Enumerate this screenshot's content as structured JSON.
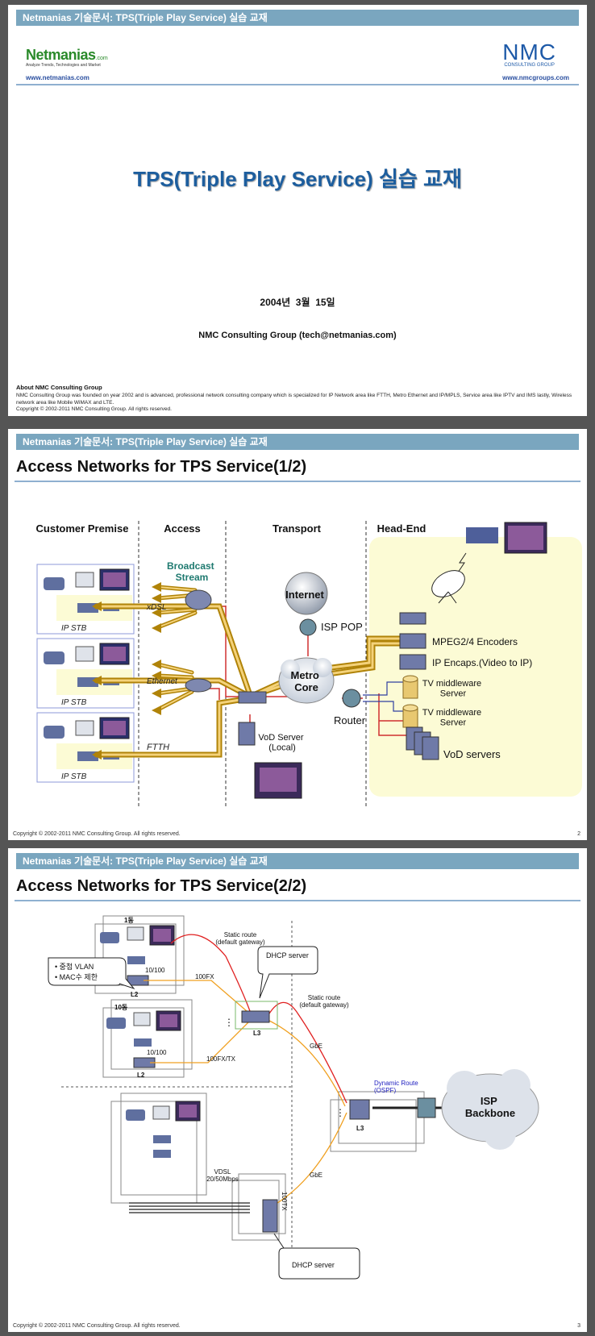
{
  "header_bar": "Netmanias 기술문서: TPS(Triple Play Service) 실습 교재",
  "cover": {
    "netmanias_logo_main": "Netmanias",
    "netmanias_logo_com": ".com",
    "netmanias_tagline": "Analyze Trends, Technologies and Market",
    "netmanias_url": "www.netmanias.com",
    "nmc_logo_main": "NMC",
    "nmc_logo_sub": "CONSULTING GROUP",
    "nmc_url": "www.nmcgroups.com",
    "title": "TPS(Triple Play Service) 실습 교재",
    "date": "2004년  3월  15일",
    "author": "NMC Consulting Group (tech@netmanias.com)",
    "about_heading": "About NMC Consulting Group",
    "about_text": "NMC Consulting Group was founded on year 2002 and is advanced, professional network consulting company which is specialized for IP Network area like FTTH, Metro Ethernet and IP/MPLS, Service area like IPTV and IMS lastly, Wireless network area like Mobile WiMAX and LTE.",
    "copyright": "Copyright © 2002-2011 NMC Consulting Group. All rights reserved."
  },
  "slide2": {
    "title": "Access Networks for TPS Service(1/2)",
    "col_customer": "Customer Premise",
    "col_access": "Access",
    "col_transport": "Transport",
    "col_headend": "Head-End",
    "broadcast_stream": "Broadcast\nStream",
    "xdsl": "xDSL",
    "ethernet": "Ethernet",
    "ftth": "FTTH",
    "ip_stb": "IP STB",
    "internet": "Internet",
    "isp_pop": "ISP POP",
    "metro_core": "Metro\nCore",
    "router": "Router",
    "vod_server_local": "VoD Server\n(Local)",
    "encoders": "MPEG2/4 Encoders",
    "ip_encaps": "IP Encaps.(Video to IP)",
    "tv_middleware": "TV middleware\nServer",
    "vod_servers": "VoD servers",
    "footer": "Copyright © 2002-2011 NMC Consulting Group. All rights reserved.",
    "page": "2"
  },
  "slide3": {
    "title": "Access Networks for TPS Service(2/2)",
    "floor1": "1동",
    "floor10": "10동",
    "bullet1": "중첩 VLAN",
    "bullet2": "MAC수 제한",
    "l2": "L2",
    "l3": "L3",
    "speed_10_100": "10/100",
    "link_100fx": "100FX",
    "link_100fxtx": "100FX/TX",
    "static_route": "Static route\n(default gateway)",
    "dhcp_server": "DHCP server",
    "gbe": "GbE",
    "dynamic_route": "Dynamic Route\n(OSPF)",
    "isp_backbone": "ISP\nBackbone",
    "vdsl": "VDSL\n20/50Mbps",
    "link_100tx": "100TX",
    "ellipsis": "⋮",
    "footer": "Copyright © 2002-2011 NMC Consulting Group. All rights reserved.",
    "page": "3"
  }
}
